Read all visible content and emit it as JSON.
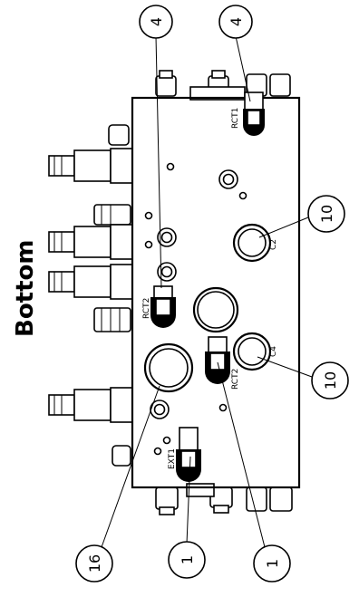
{
  "title": "Bottom",
  "callouts": [
    {
      "id": "c1",
      "label": "4"
    },
    {
      "id": "c2",
      "label": "4"
    },
    {
      "id": "c3",
      "label": "10"
    },
    {
      "id": "c4",
      "label": "10"
    },
    {
      "id": "c5",
      "label": "16"
    },
    {
      "id": "c6",
      "label": "1"
    },
    {
      "id": "c7",
      "label": "1"
    }
  ],
  "port_labels": {
    "rct1": "RCT1",
    "rct2_upper": "RCT2",
    "rct2_lower": "RCT2",
    "ext1": "EXT1",
    "c2": "C2",
    "c4": "C4"
  }
}
